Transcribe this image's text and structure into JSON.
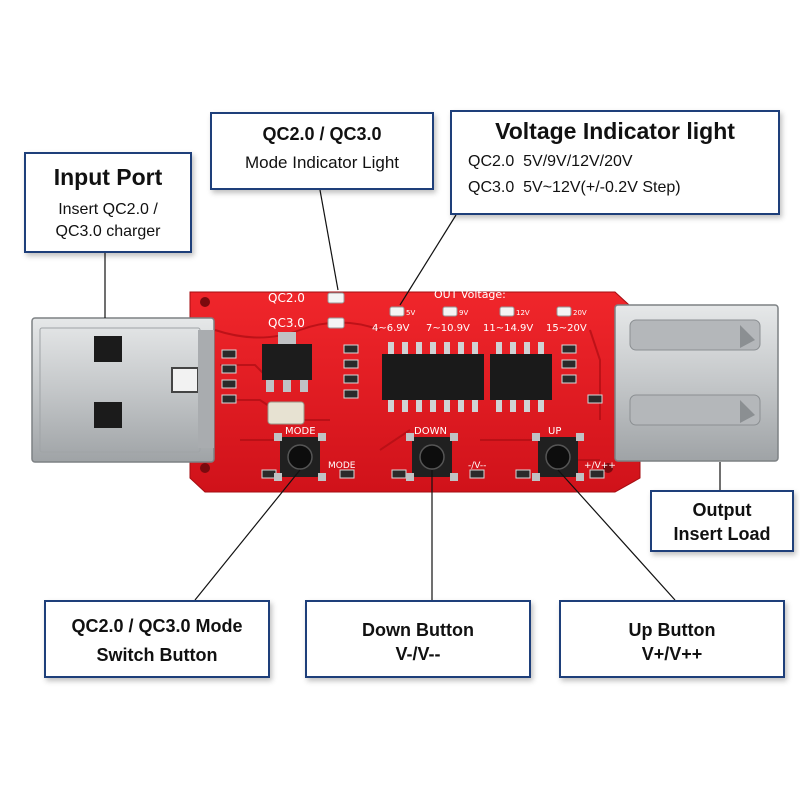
{
  "callouts": {
    "input_port": {
      "title": "Input Port",
      "line1": "Insert QC2.0 /",
      "line2": "QC3.0 charger"
    },
    "mode_indicator": {
      "title": "QC2.0 / QC3.0",
      "subtitle": "Mode Indicator Light"
    },
    "voltage_indicator": {
      "title": "Voltage Indicator light",
      "line1": "QC2.0  5V/9V/12V/20V",
      "line2": "QC3.0  5V~12V(+/-0.2V Step)"
    },
    "output": {
      "line1": "Output",
      "line2": "Insert Load"
    },
    "mode_button": {
      "line1": "QC2.0 / QC3.0 Mode",
      "line2": "Switch Button"
    },
    "down_button": {
      "line1": "Down Button",
      "line2": "V-/V--"
    },
    "up_button": {
      "line1": "Up Button",
      "line2": "V+/V++"
    }
  },
  "board": {
    "label_qc2": "QC2.0",
    "label_qc3": "QC3.0",
    "label_out_voltage": "OUT  Voltage:",
    "led_5v": "5V",
    "led_9v": "9V",
    "led_12v": "12V",
    "led_20v": "20V",
    "range_1": "4~6.9V",
    "range_2": "7~10.9V",
    "range_3": "11~14.9V",
    "range_4": "15~20V",
    "btn_mode_top": "MODE",
    "btn_mode_side": "MODE",
    "btn_down_top": "DOWN",
    "btn_down_side": "-/V--",
    "btn_up_top": "UP",
    "btn_up_side": "+/V++"
  },
  "colors": {
    "pcb": "#e8171d",
    "callout_border": "#1e3f7a",
    "metal": "#c9cbcc"
  }
}
